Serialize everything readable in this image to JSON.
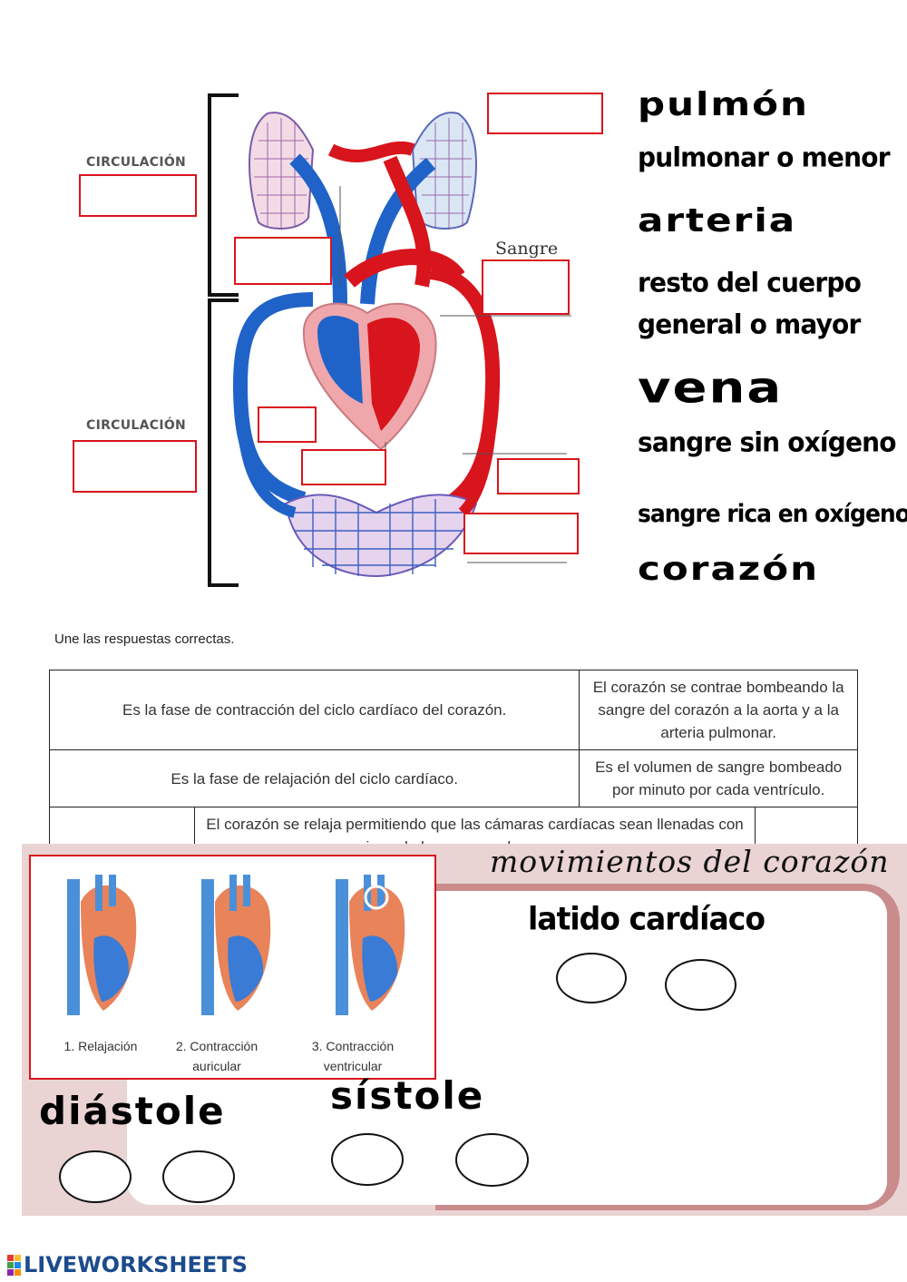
{
  "diagram": {
    "circ_label_1": "CIRCULACIÓN",
    "circ_label_2": "CIRCULACIÓN",
    "sangre_label": "Sangre"
  },
  "word_bank": [
    "pulmón",
    "pulmonar o menor",
    "arteria",
    "resto del cuerpo",
    "general o mayor",
    "vena",
    "sangre sin oxígeno",
    "sangre rica en oxígeno",
    "corazón"
  ],
  "instruction": "Une las respuestas  correctas.",
  "match_table": {
    "row1": [
      "Es la fase de contracción del ciclo cardíaco del corazón.",
      "El corazón se contrae bombeando la sangre del corazón a la aorta y a la arteria pulmonar."
    ],
    "row2": [
      "Es la fase de relajación del ciclo cardíaco.",
      "Es el volumen de sangre bombeado por minuto por cada ventrículo."
    ],
    "row3": [
      "",
      "El corazón se relaja permitiendo que las cámaras cardíacas sean llenadas con sangre, que viene de las venas pulmonares y venas cavas.",
      ""
    ]
  },
  "movements": {
    "title": "movimientos del corazón",
    "latido": "latido cardíaco",
    "phase_labels": [
      "1. Relajación",
      "2. Contracción auricular",
      "3. Contracción ventricular"
    ],
    "diastole": "diástole",
    "sistole": "sístole"
  },
  "footer": {
    "brand": "LIVEWORKSHEETS"
  },
  "colors": {
    "drop_border": "#d8141c",
    "artery_red": "#d8141c",
    "vein_blue": "#1f63c9",
    "panel_bg": "#e9d3d3",
    "brand_blue": "#1b4b8c"
  }
}
